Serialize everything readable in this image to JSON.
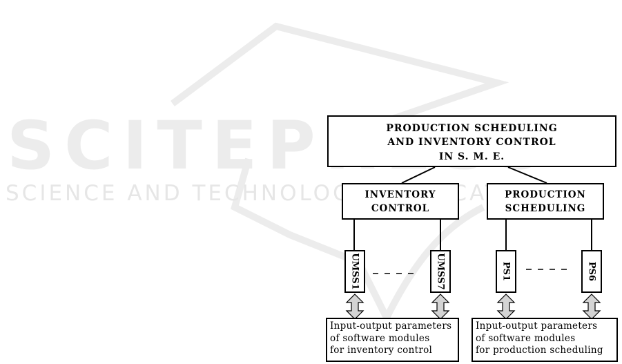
{
  "watermark": {
    "title": "SCITEPRESS",
    "subtitle": "SCIENCE AND TECHNOLOGY PUBLICATIONS"
  },
  "top_box": {
    "lines": [
      "PRODUCTION SCHEDULING",
      "AND INVENTORY CONTROL",
      "IN S. M. E."
    ]
  },
  "inventory_control": {
    "lines": [
      "INVENTORY",
      "CONTROL"
    ],
    "first_module": "UMSS1",
    "last_module": "UMSS7",
    "params": [
      "Input-output parameters",
      "of software modules",
      "for inventory control"
    ]
  },
  "production_scheduling": {
    "lines": [
      "PRODUCTION",
      "SCHEDULING"
    ],
    "first_module": "PS1",
    "last_module": "PS6",
    "params": [
      "Input-output parameters",
      "of software modules",
      "for production scheduling"
    ]
  }
}
